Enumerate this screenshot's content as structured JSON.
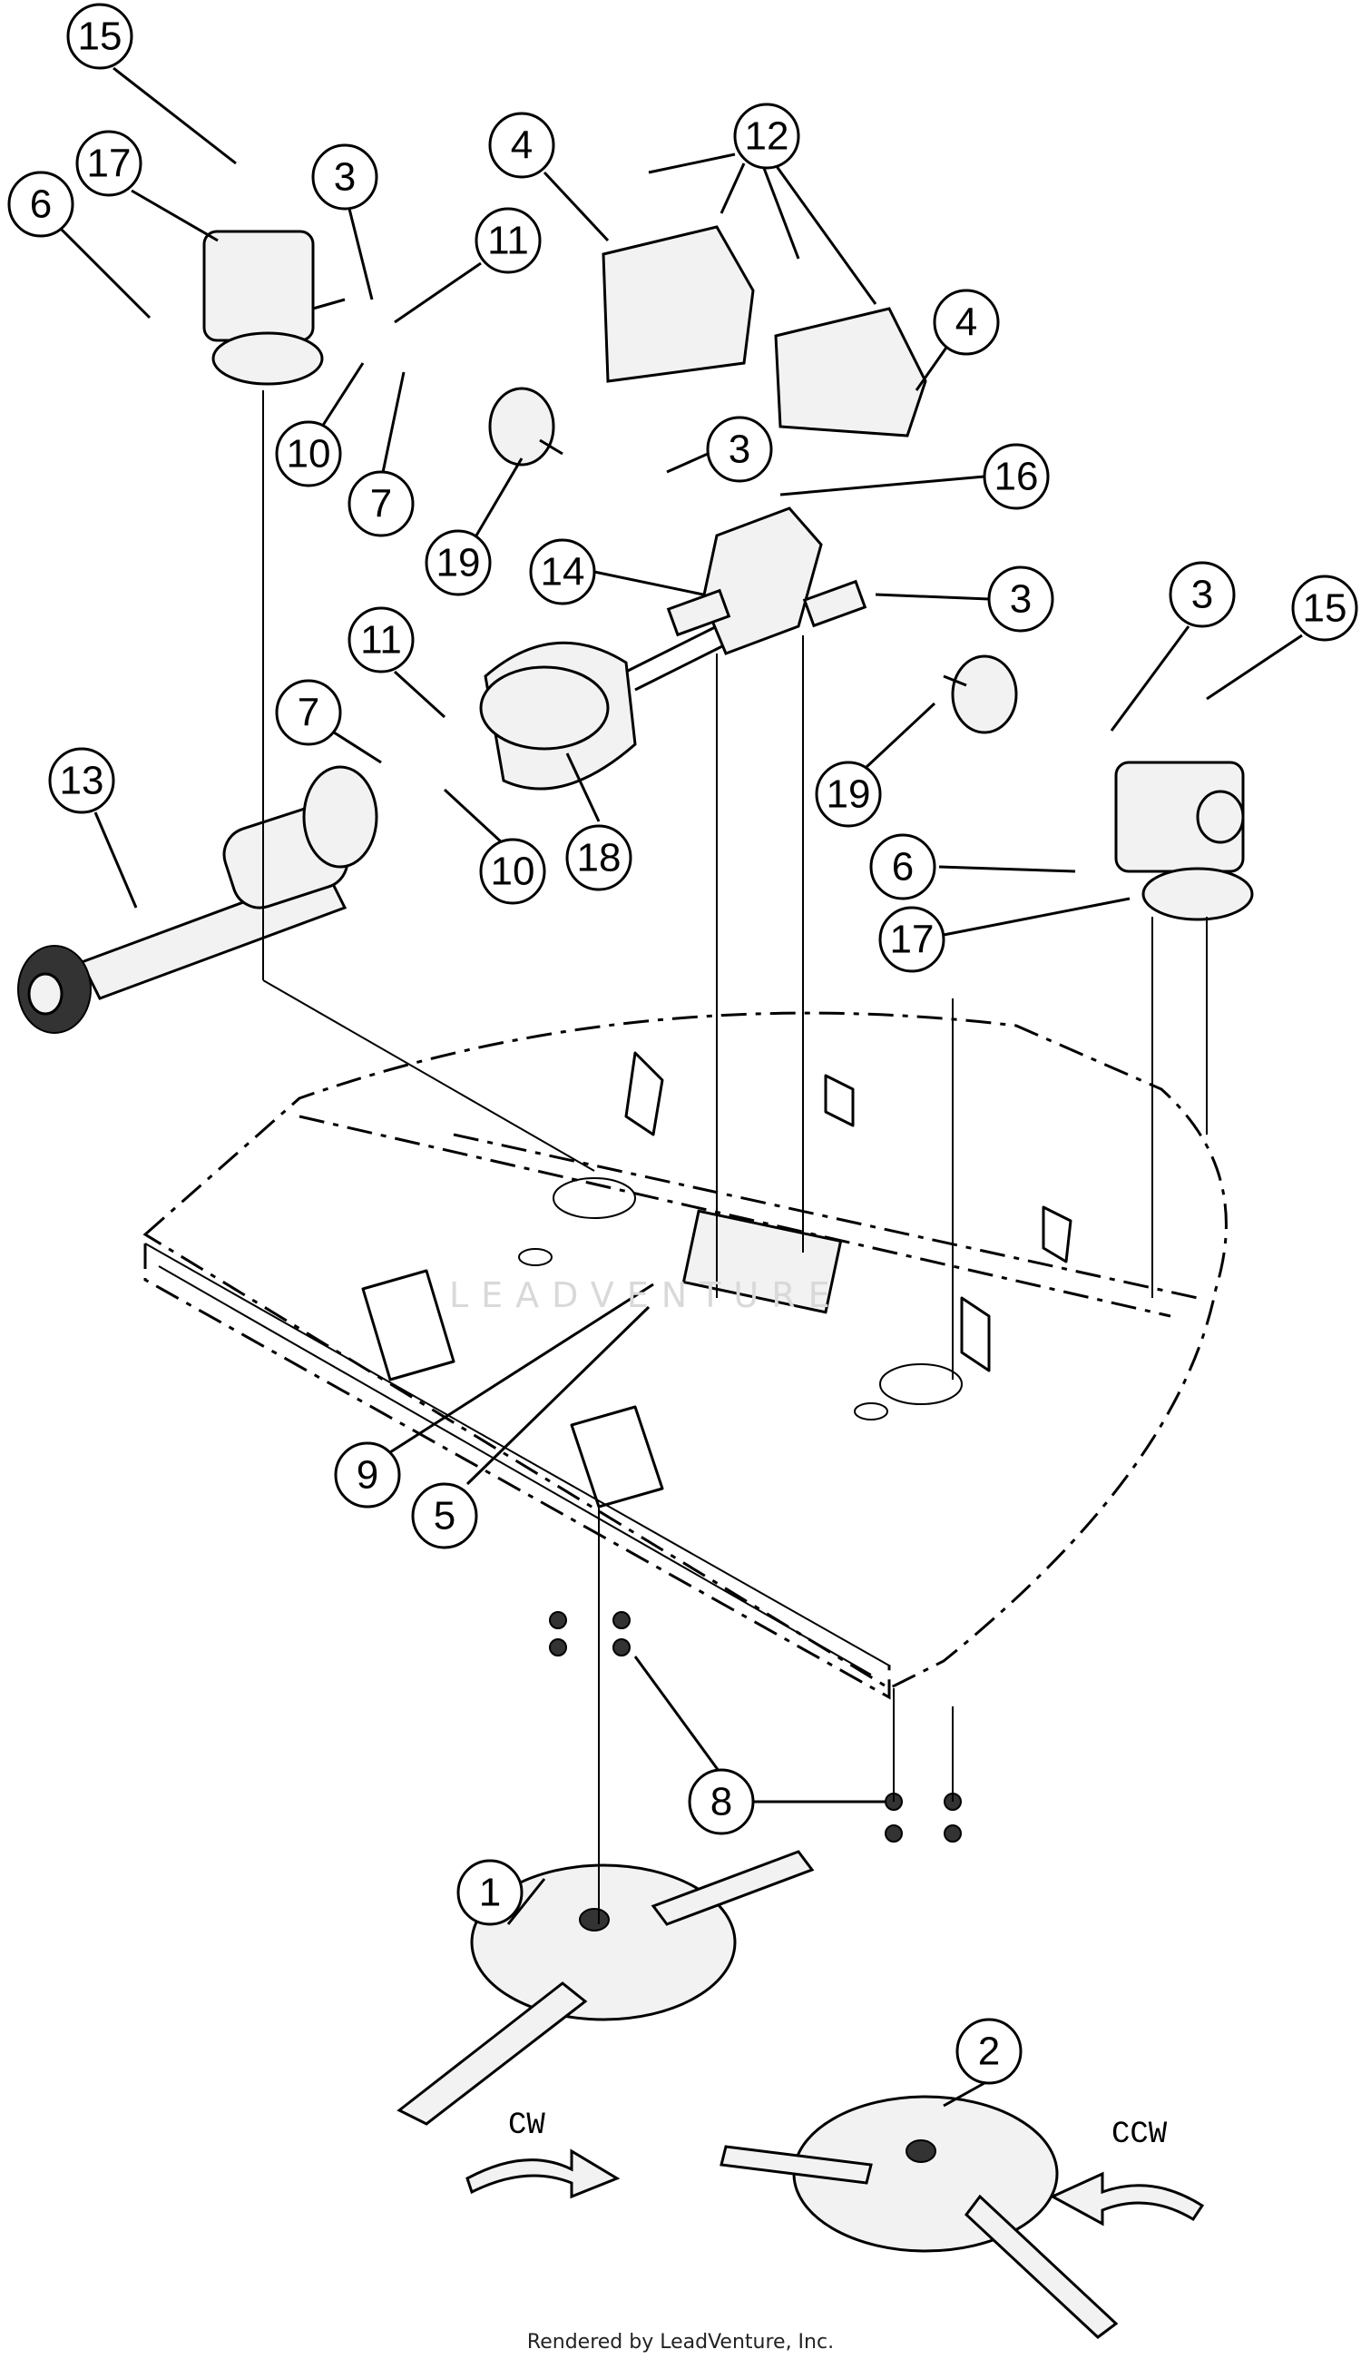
{
  "diagram": {
    "callouts": [
      {
        "label": "1"
      },
      {
        "label": "2"
      },
      {
        "label": "3"
      },
      {
        "label": "4"
      },
      {
        "label": "5"
      },
      {
        "label": "6"
      },
      {
        "label": "7"
      },
      {
        "label": "8"
      },
      {
        "label": "9"
      },
      {
        "label": "10"
      },
      {
        "label": "11"
      },
      {
        "label": "12"
      },
      {
        "label": "13"
      },
      {
        "label": "14"
      },
      {
        "label": "15"
      },
      {
        "label": "16"
      },
      {
        "label": "17"
      },
      {
        "label": "18"
      },
      {
        "label": "19"
      }
    ],
    "rotation_labels": {
      "cw": "CW",
      "ccw": "CCW"
    }
  },
  "watermark": {
    "text": "LEADVENTURE"
  },
  "footer": {
    "text": "Rendered by LeadVenture, Inc."
  }
}
